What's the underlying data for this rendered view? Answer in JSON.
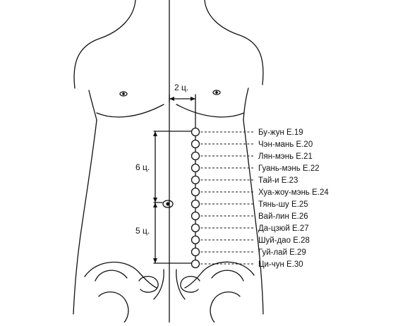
{
  "measurements": {
    "width_label": "2 ц.",
    "upper_label": "6 ц.",
    "lower_label": "5 ц."
  },
  "points": [
    {
      "label": "Бу-жун E.19"
    },
    {
      "label": "Чэн-мань E.20"
    },
    {
      "label": "Лян-мэнь E.21"
    },
    {
      "label": "Гуань-мэнь E.22"
    },
    {
      "label": "Тай-и E.23"
    },
    {
      "label": "Хуа-жоу-мэнь E.24"
    },
    {
      "label": "Тянь-шу E.25"
    },
    {
      "label": "Вай-лин E.26"
    },
    {
      "label": "Да-цзюй E.27"
    },
    {
      "label": "Шуй-дао E.28"
    },
    {
      "label": "Гуй-лай E.29"
    },
    {
      "label": "Ци-чун E.30"
    }
  ],
  "colors": {
    "line": "#111111",
    "background": "#ffffff"
  }
}
